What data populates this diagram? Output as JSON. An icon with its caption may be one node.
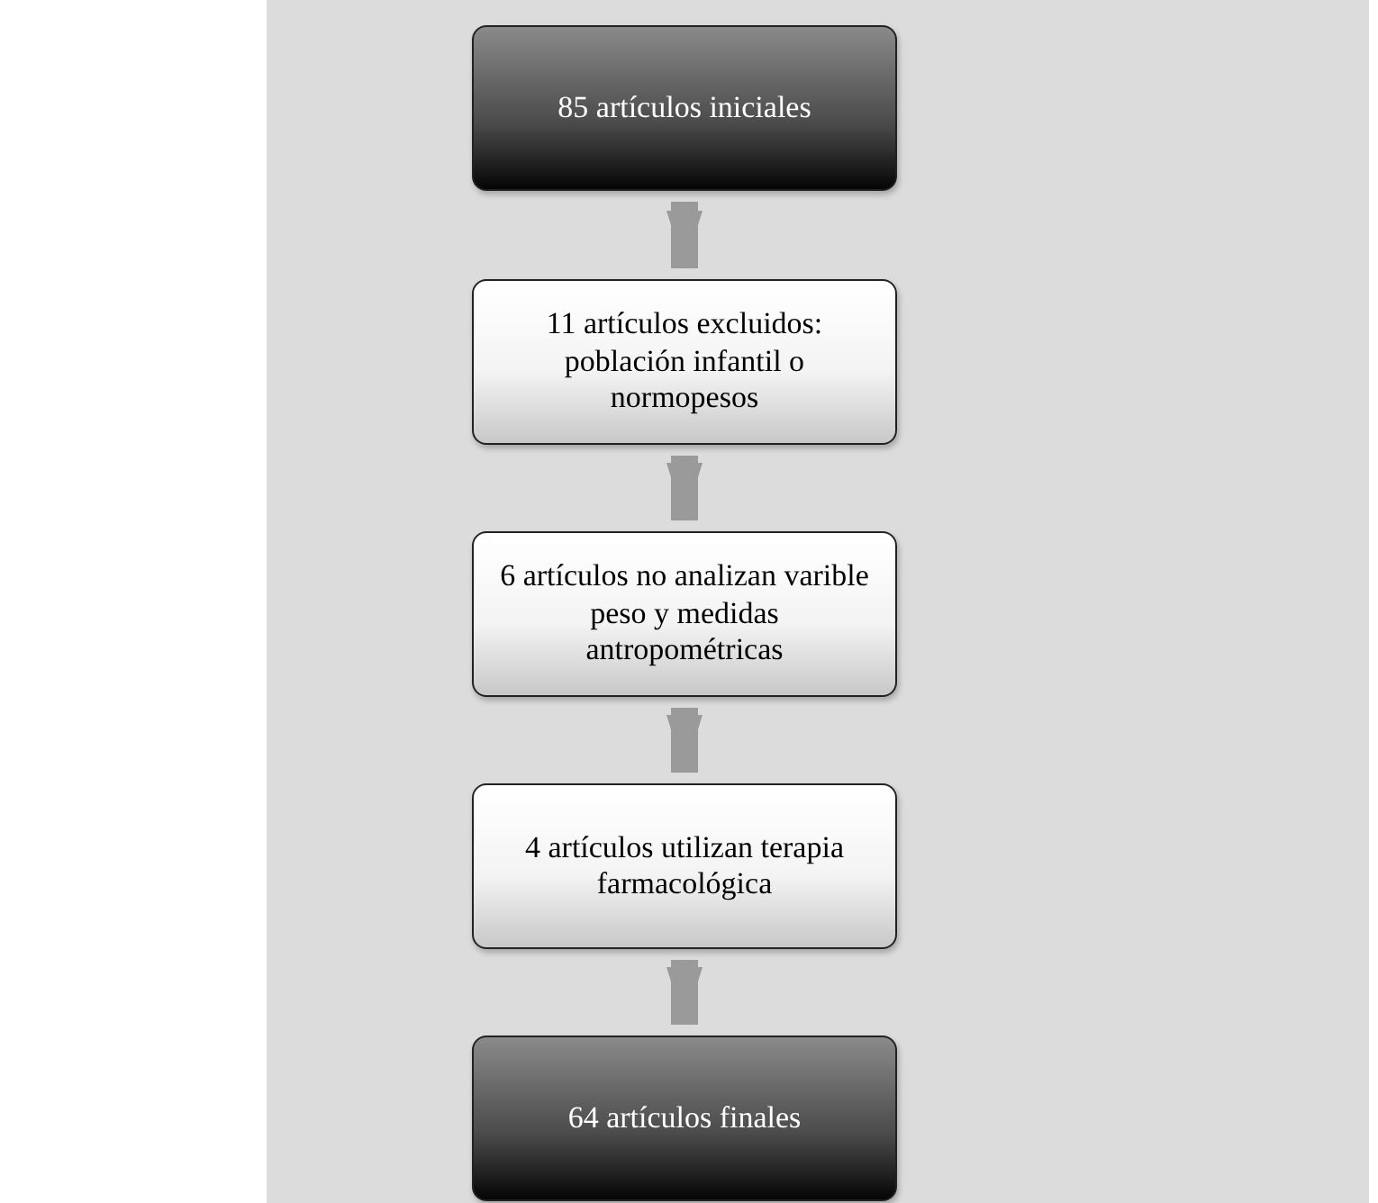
{
  "diagram": {
    "nodes": [
      {
        "text": [
          "85 artículos iniciales"
        ]
      },
      {
        "text": [
          "11 artículos excluidos: población infantil o normopesos"
        ]
      },
      {
        "text": [
          "6 artículos no analizan varible peso y medidas antropométricas"
        ]
      },
      {
        "text": [
          "4 artículos utilizan terapia farmacológica"
        ]
      },
      {
        "text": [
          "64 artículos finales"
        ]
      }
    ],
    "edges": [
      {
        "from": 0,
        "to": 1,
        "arrow": "to"
      },
      {
        "from": 1,
        "to": 2,
        "arrow": "to"
      },
      {
        "from": 2,
        "to": 3,
        "arrow": "to"
      },
      {
        "from": 3,
        "to": 4,
        "arrow": "to"
      }
    ]
  }
}
